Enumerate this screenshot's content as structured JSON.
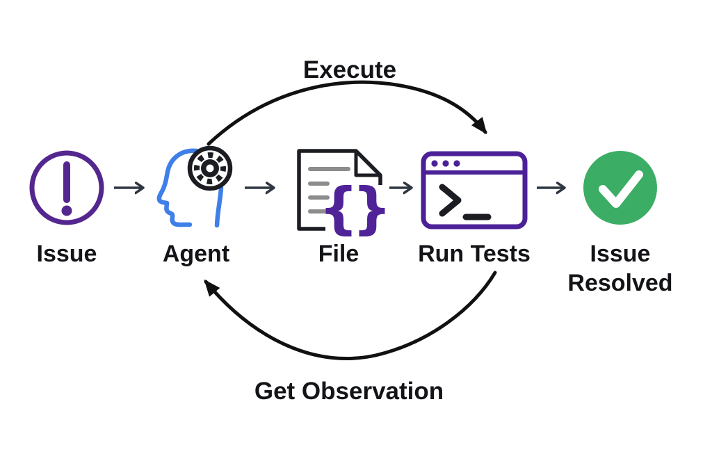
{
  "diagram": {
    "nodes": [
      {
        "id": "issue",
        "label": "Issue",
        "icon": "exclamation-circle-icon",
        "color": "#54278f"
      },
      {
        "id": "agent",
        "label": "Agent",
        "icon": "agent-head-gear-icon",
        "head_color": "#3f7fe8",
        "gear_color": "#1b1d22"
      },
      {
        "id": "file",
        "label": "File",
        "icon": "code-file-icon",
        "brace_color": "#4f2397",
        "line_color": "#8c8c8c"
      },
      {
        "id": "run_tests",
        "label": "Run Tests",
        "icon": "terminal-window-icon",
        "color": "#4c2198"
      },
      {
        "id": "issue_resolved",
        "label": "Issue Resolved",
        "icon": "check-circle-icon",
        "color": "#3bad64"
      }
    ],
    "edges": {
      "execute_label": "Execute",
      "get_observation_label": "Get Observation"
    },
    "colors": {
      "purple": "#54278f",
      "blue": "#3f7fe8",
      "green": "#3bad64",
      "label_text": "#131417",
      "small_arrow": "#2e3642",
      "curve_arrow": "#111111",
      "file_gray": "#8c8c8c"
    }
  }
}
